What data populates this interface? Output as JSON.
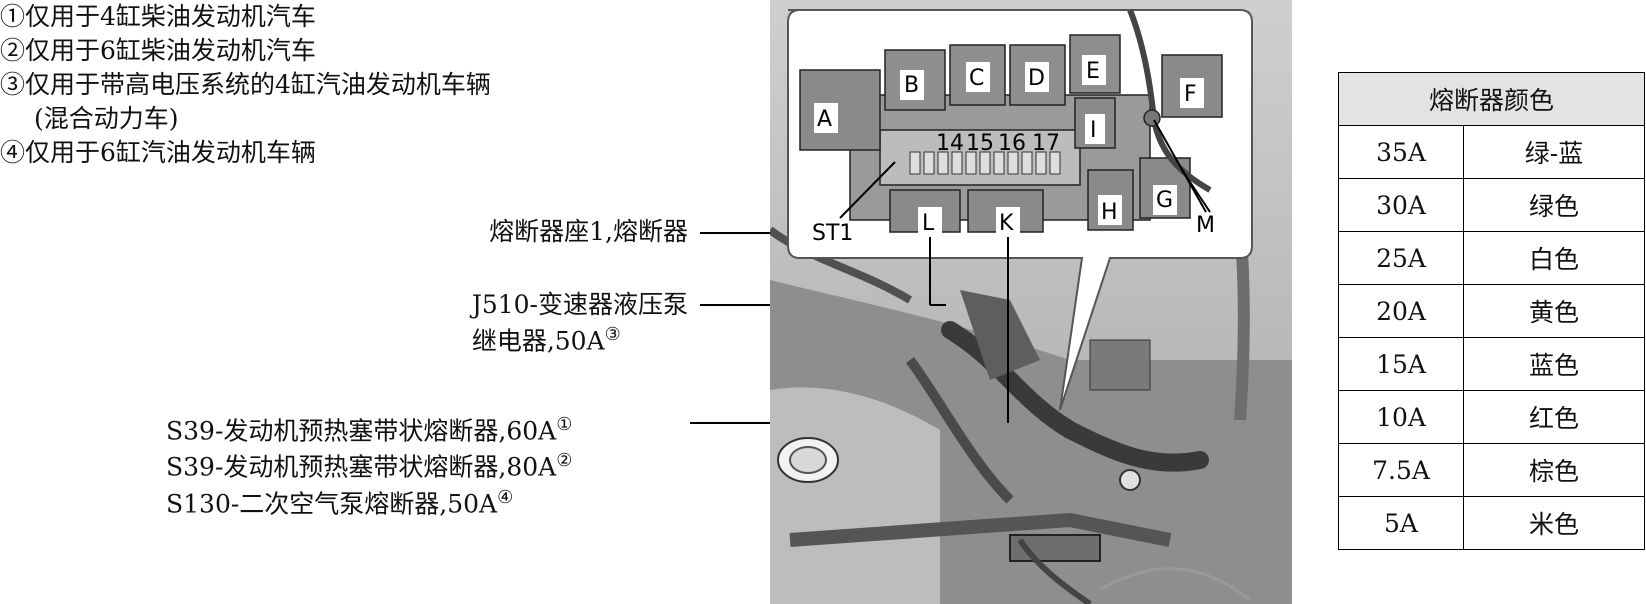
{
  "notes": [
    "①仅用于4缸柴油发动机汽车",
    "②仅用于6缸柴油发动机汽车",
    "③仅用于带高电压系统的4缸汽油发动机车辆",
    "(混合动力车)",
    "④仅用于6缸汽油发动机车辆"
  ],
  "callouts": {
    "st1_text": "熔断器座1,熔断器",
    "j510_line1": "J510-变速器液压泵",
    "j510_line2": "继电器,50A",
    "j510_mark": "③",
    "s39_60": "S39-发动机预热塞带状熔断器,60A",
    "s39_60_mark": "①",
    "s39_80": "S39-发动机预热塞带状熔断器,80A",
    "s39_80_mark": "②",
    "s130": "S130-二次空气泵熔断器,50A",
    "s130_mark": "④"
  },
  "diagram_labels": {
    "A": "A",
    "B": "B",
    "C": "C",
    "D": "D",
    "E": "E",
    "F": "F",
    "G": "G",
    "H": "H",
    "I": "I",
    "K": "K",
    "L": "L",
    "M": "M",
    "ST1": "ST1",
    "slot14": "14",
    "slot15": "15",
    "slot16": "16",
    "slot17": "17"
  },
  "fuse_table": {
    "header": "熔断器颜色",
    "rows": [
      {
        "amp": "35A",
        "color": "绿-蓝"
      },
      {
        "amp": "30A",
        "color": "绿色"
      },
      {
        "amp": "25A",
        "color": "白色"
      },
      {
        "amp": "20A",
        "color": "黄色"
      },
      {
        "amp": "15A",
        "color": "蓝色"
      },
      {
        "amp": "10A",
        "color": "红色"
      },
      {
        "amp": "7.5A",
        "color": "棕色"
      },
      {
        "amp": "5A",
        "color": "米色"
      }
    ]
  }
}
